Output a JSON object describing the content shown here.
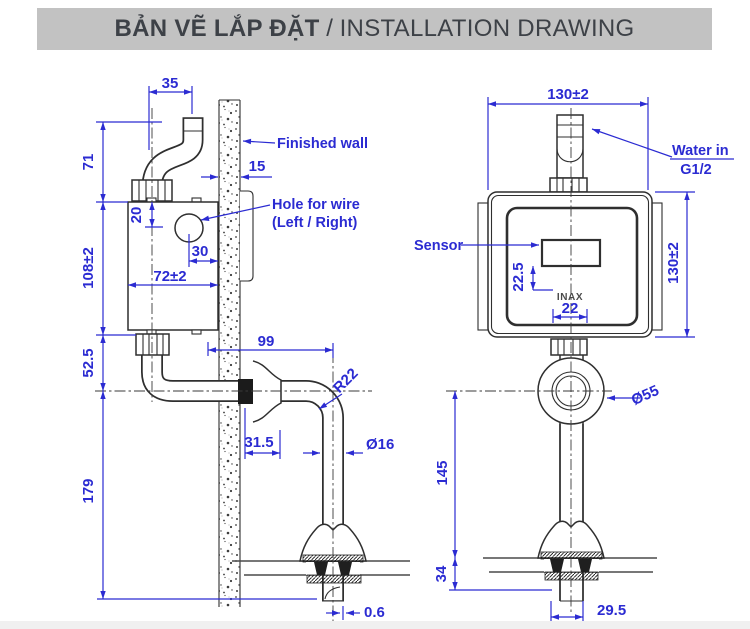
{
  "header": {
    "title_vi": "BẢN VẼ LẮP ĐẶT",
    "separator": " / ",
    "title_en": "INSTALLATION DRAWING"
  },
  "side_view": {
    "labels": {
      "finished_wall": "Finished wall",
      "hole_for_wire": "Hole for wire",
      "hole_side": "(Left / Right)"
    },
    "dims": {
      "d35": "35",
      "d71": "71",
      "d15": "15",
      "d20": "20",
      "d30": "30",
      "d72": "72±2",
      "d108": "108±2",
      "d52": "52.5",
      "d99": "99",
      "r22": "R22",
      "d31": "31.5",
      "d16": "Ø16",
      "d179": "179",
      "d06": "0.6"
    }
  },
  "front_view": {
    "labels": {
      "water_in": "Water in",
      "thread": "G1/2",
      "sensor": "Sensor",
      "brand": "INAX"
    },
    "dims": {
      "w130": "130±2",
      "h130": "130±2",
      "d225": "22.5",
      "d22": "22",
      "d55": "Ø55",
      "d145": "145",
      "d34": "34",
      "d295": "29.5"
    }
  },
  "colors": {
    "dimension_blue": "#2b2bd2",
    "line_black": "#2f2f2f",
    "header_bg": "#c2c2c2",
    "header_text": "#3d4147"
  }
}
